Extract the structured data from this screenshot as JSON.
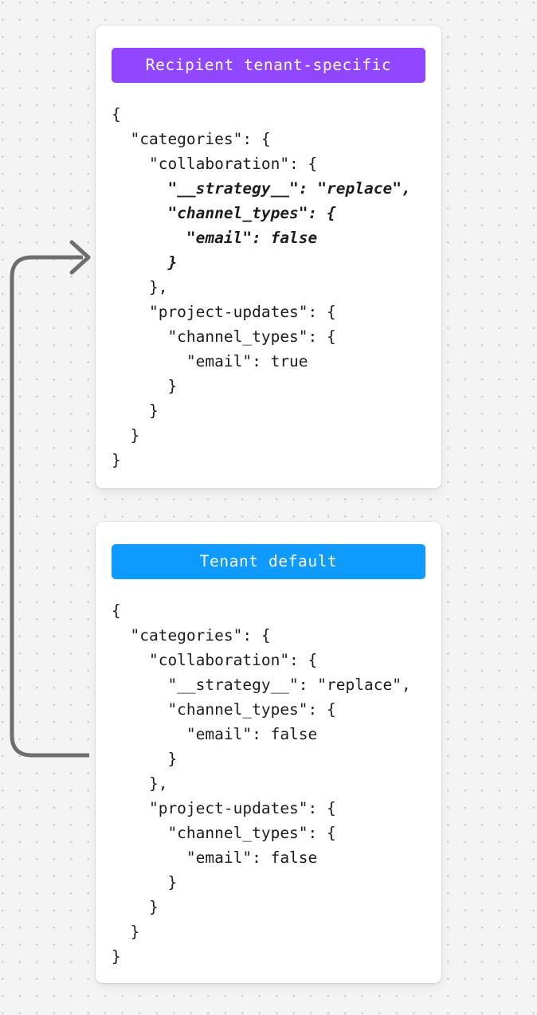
{
  "canvas": {
    "background_color": "#f4f4f4",
    "dot_color": "#c9c9c9"
  },
  "connector": {
    "name": "fallback-arrow",
    "color": "#6e6e6e",
    "stroke_width": 5,
    "description": "Elbow arrow from Tenant default card pointing up into Recipient tenant-specific card"
  },
  "cards": [
    {
      "id": "recipient-tenant-specific",
      "header": {
        "label": "Recipient tenant-specific",
        "color": "#9146ff"
      },
      "code_lines": [
        {
          "text": "{",
          "highlight": false
        },
        {
          "text": "  \"categories\": {",
          "highlight": false
        },
        {
          "text": "    \"collaboration\": {",
          "highlight": false
        },
        {
          "text": "      \"__strategy__\": \"replace\",",
          "highlight": true
        },
        {
          "text": "      \"channel_types\": {",
          "highlight": true
        },
        {
          "text": "        \"email\": false",
          "highlight": true
        },
        {
          "text": "      }",
          "highlight": true
        },
        {
          "text": "    },",
          "highlight": false
        },
        {
          "text": "    \"project-updates\": {",
          "highlight": false
        },
        {
          "text": "      \"channel_types\": {",
          "highlight": false
        },
        {
          "text": "        \"email\": true",
          "highlight": false
        },
        {
          "text": "      }",
          "highlight": false
        },
        {
          "text": "    }",
          "highlight": false
        },
        {
          "text": "  }",
          "highlight": false
        },
        {
          "text": "}",
          "highlight": false
        }
      ]
    },
    {
      "id": "tenant-default",
      "header": {
        "label": "Tenant default",
        "color": "#0f9bfe"
      },
      "code_lines": [
        {
          "text": "{",
          "highlight": false
        },
        {
          "text": "  \"categories\": {",
          "highlight": false
        },
        {
          "text": "    \"collaboration\": {",
          "highlight": false
        },
        {
          "text": "      \"__strategy__\": \"replace\",",
          "highlight": false
        },
        {
          "text": "      \"channel_types\": {",
          "highlight": false
        },
        {
          "text": "        \"email\": false",
          "highlight": false
        },
        {
          "text": "      }",
          "highlight": false
        },
        {
          "text": "    },",
          "highlight": false
        },
        {
          "text": "    \"project-updates\": {",
          "highlight": false
        },
        {
          "text": "      \"channel_types\": {",
          "highlight": false
        },
        {
          "text": "        \"email\": false",
          "highlight": false
        },
        {
          "text": "      }",
          "highlight": false
        },
        {
          "text": "    }",
          "highlight": false
        },
        {
          "text": "  }",
          "highlight": false
        },
        {
          "text": "}",
          "highlight": false
        }
      ]
    }
  ]
}
